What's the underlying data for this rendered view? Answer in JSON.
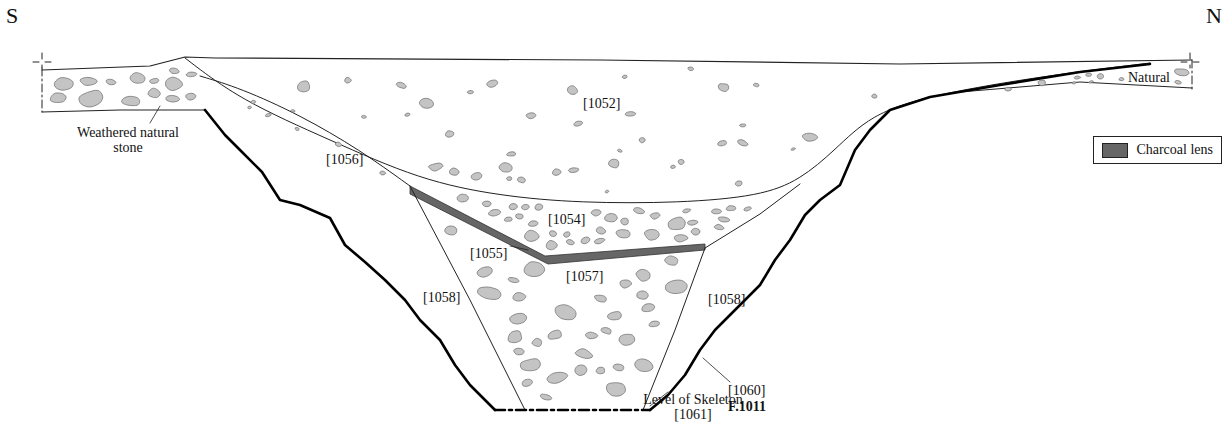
{
  "diagram": {
    "labels": [
      "S",
      "N",
      "Natural",
      "Weathered natural stone",
      "[1052]",
      "[1056]",
      "[1054]",
      "[1055]",
      "[1057]",
      "[1058]",
      "[1058]",
      "[1060]",
      "F.1011",
      "Level of Skeleton [1061]"
    ],
    "legend": [
      {
        "text": "Charcoal lens",
        "color": "#666666"
      }
    ]
  }
}
